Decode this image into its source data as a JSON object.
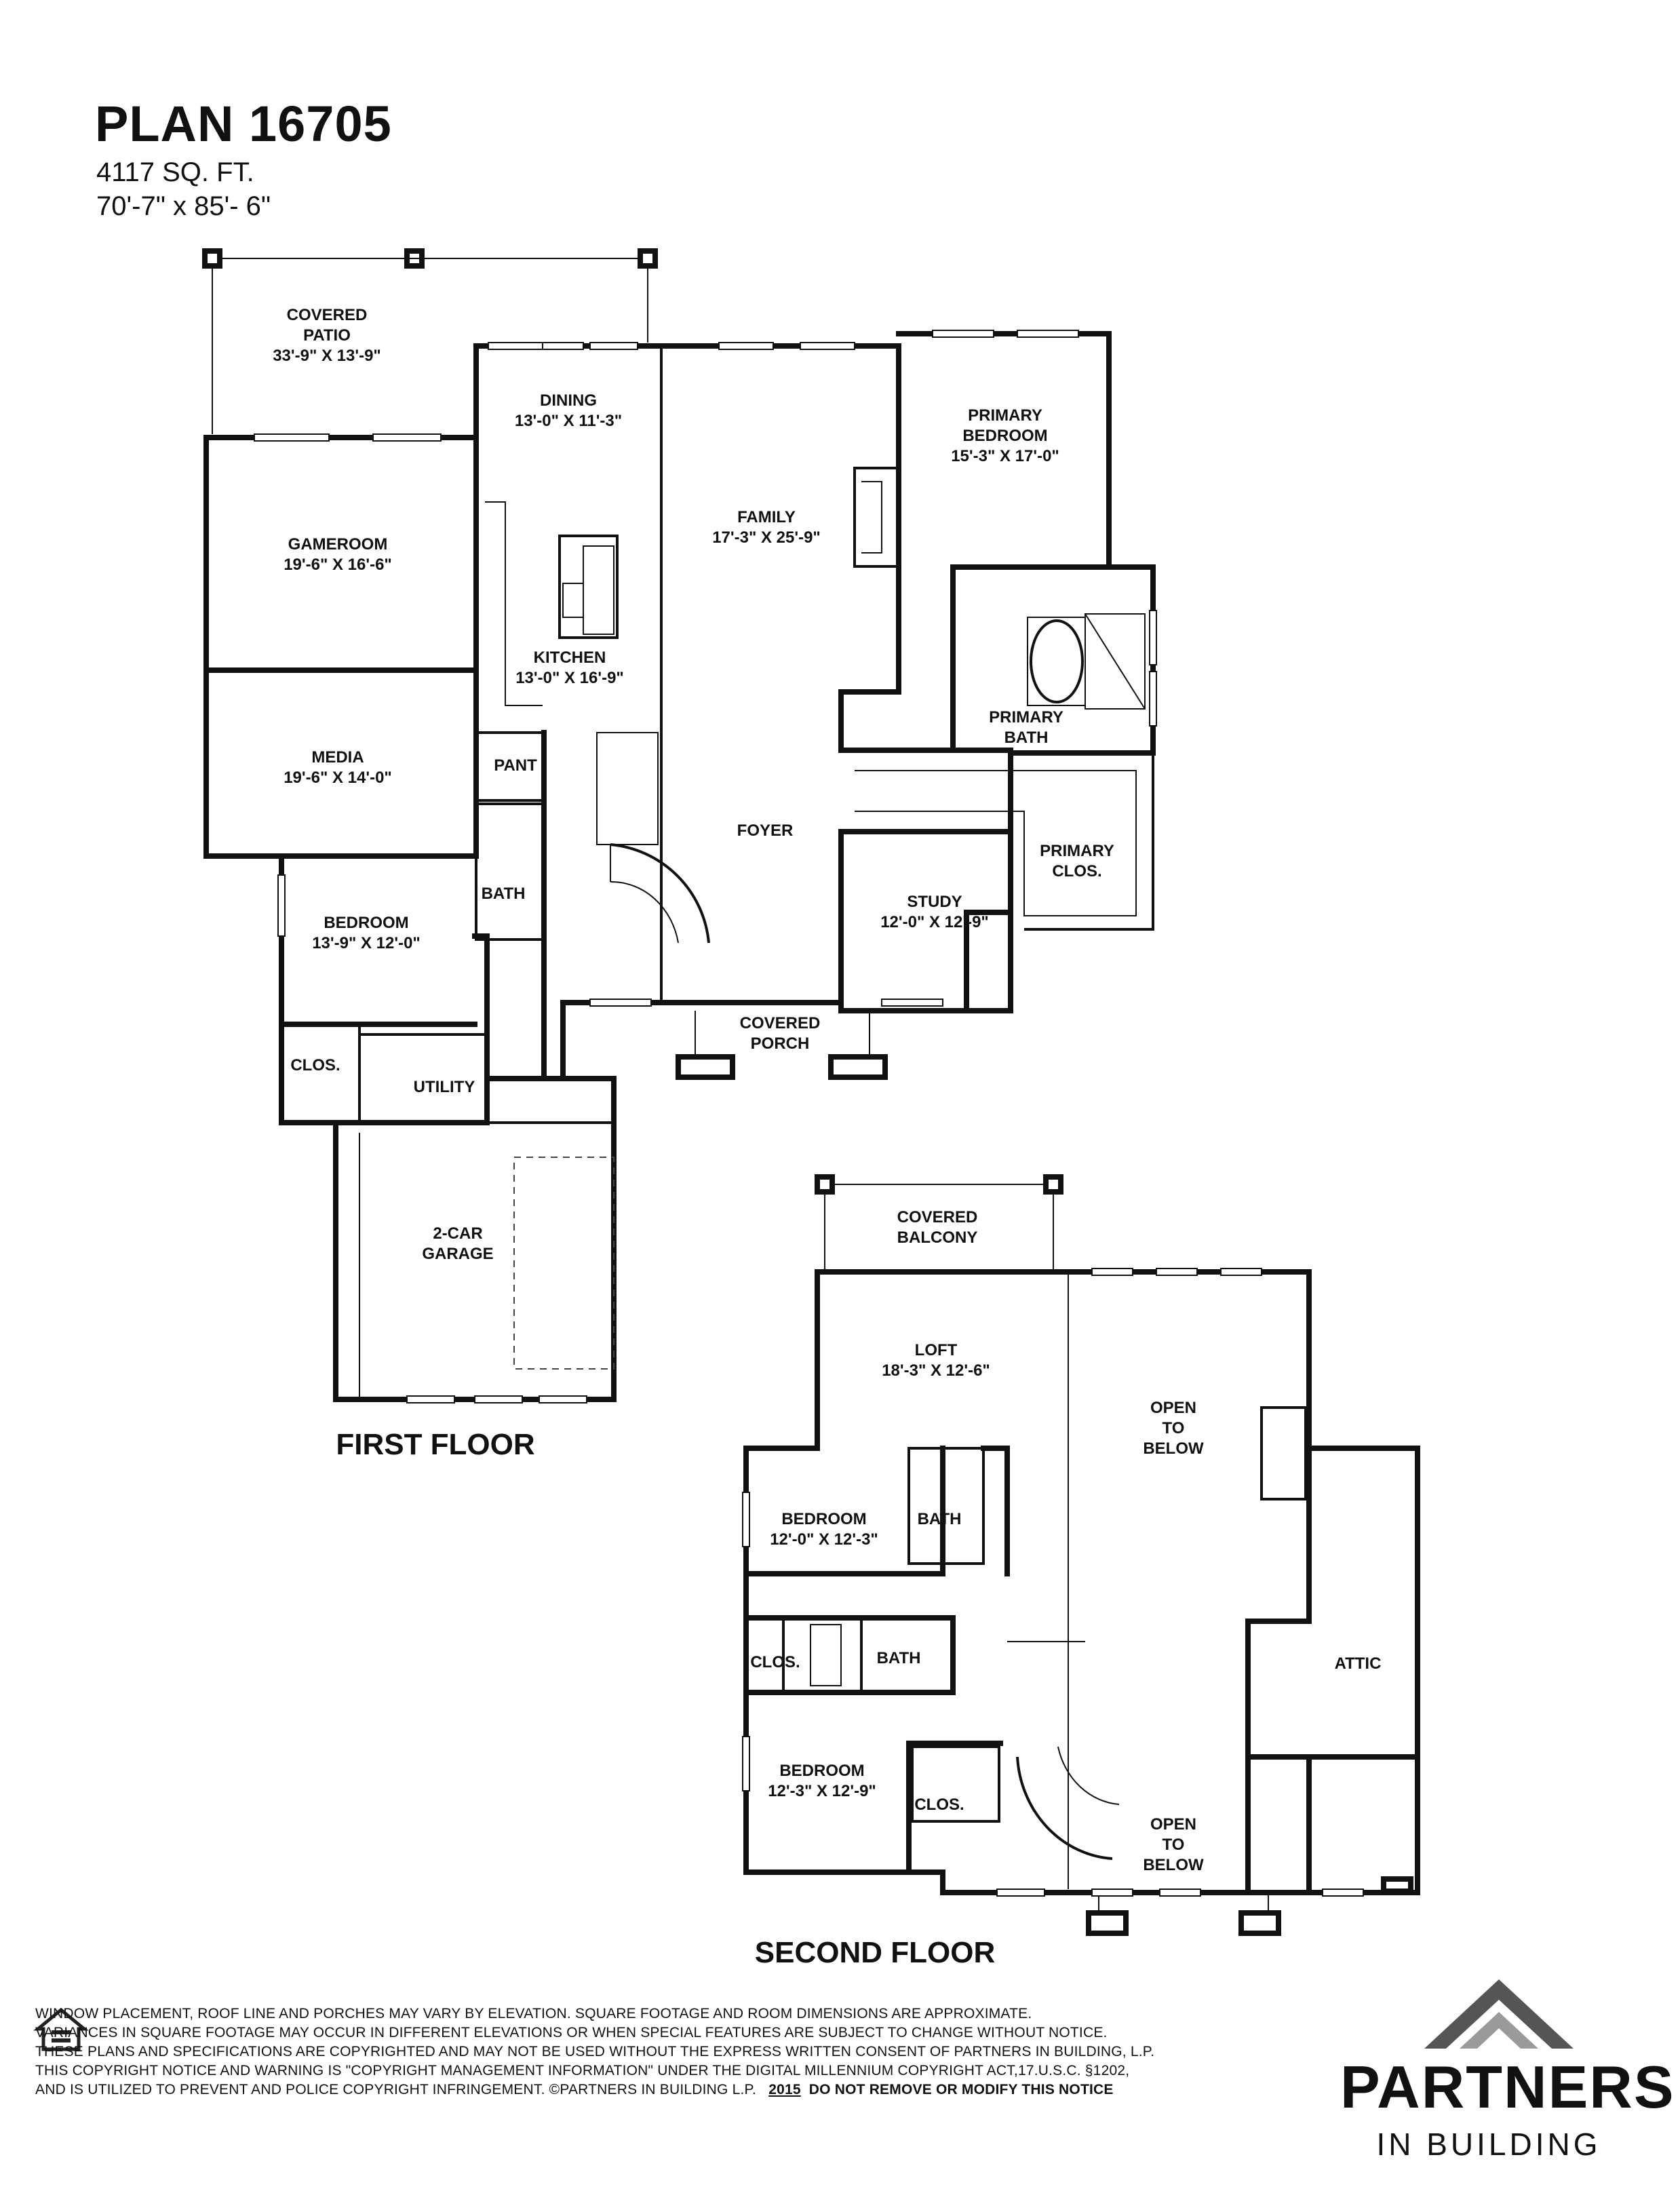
{
  "header": {
    "title": "PLAN 16705",
    "sqft": "4117 SQ. FT.",
    "dimensions": "70'-7\" x 85'- 6\""
  },
  "first_floor": {
    "label": "FIRST FLOOR",
    "rooms": {
      "covered_patio": [
        "COVERED",
        "PATIO",
        "33'-9\" X 13'-9\""
      ],
      "dining": [
        "DINING",
        "13'-0\" X 11'-3\""
      ],
      "family": [
        "FAMILY",
        "17'-3\" X 25'-9\""
      ],
      "primary_bedroom": [
        "PRIMARY",
        "BEDROOM",
        "15'-3\" X 17'-0\""
      ],
      "gameroom": [
        "GAMEROOM",
        "19'-6\" X 16'-6\""
      ],
      "kitchen": [
        "KITCHEN",
        "13'-0\" X 16'-9\""
      ],
      "primary_bath": [
        "PRIMARY",
        "BATH"
      ],
      "media": [
        "MEDIA",
        "19'-6\" X 14'-0\""
      ],
      "pant": [
        "PANT"
      ],
      "foyer": [
        "FOYER"
      ],
      "primary_clos": [
        "PRIMARY",
        "CLOS."
      ],
      "bath": [
        "BATH"
      ],
      "study": [
        "STUDY",
        "12'-0\" X 12'-9\""
      ],
      "bedroom": [
        "BEDROOM",
        "13'-9\" X 12'-0\""
      ],
      "covered_porch": [
        "COVERED",
        "PORCH"
      ],
      "clos": [
        "CLOS."
      ],
      "utility": [
        "UTILITY"
      ],
      "garage": [
        "2-CAR",
        "GARAGE"
      ]
    }
  },
  "second_floor": {
    "label": "SECOND FLOOR",
    "rooms": {
      "covered_balcony": [
        "COVERED",
        "BALCONY"
      ],
      "loft": [
        "LOFT",
        "18'-3\" X 12'-6\""
      ],
      "open_to_below_1": [
        "OPEN",
        "TO",
        "BELOW"
      ],
      "bedroom_1": [
        "BEDROOM",
        "12'-0\" X 12'-3\""
      ],
      "bath_1": [
        "BATH"
      ],
      "clos_1": [
        "CLOS."
      ],
      "bath_2": [
        "BATH"
      ],
      "attic": [
        "ATTIC"
      ],
      "bedroom_2": [
        "BEDROOM",
        "12'-3\" X 12'-9\""
      ],
      "clos_2": [
        "CLOS."
      ],
      "open_to_below_2": [
        "OPEN",
        "TO",
        "BELOW"
      ]
    }
  },
  "disclaimer": [
    "WINDOW PLACEMENT, ROOF LINE AND PORCHES MAY VARY BY ELEVATION.  SQUARE FOOTAGE AND ROOM DIMENSIONS ARE APPROXIMATE.",
    "VARIANCES IN SQUARE FOOTAGE MAY OCCUR IN DIFFERENT ELEVATIONS OR  WHEN SPECIAL FEATURES ARE SUBJECT TO CHANGE WITHOUT NOTICE.",
    "THESE PLANS AND SPECIFICATIONS ARE COPYRIGHTED AND MAY NOT BE USED WITHOUT THE EXPRESS WRITTEN CONSENT OF PARTNERS IN BUILDING, L.P.",
    "THIS COPYRIGHT NOTICE AND WARNING IS \"COPYRIGHT MANAGEMENT INFORMATION\" UNDER THE DIGITAL MILLENNIUM COPYRIGHT ACT,17.U.S.C.       §1202,",
    "AND IS UTILIZED TO PREVENT AND POLICE COPYRIGHT INFRINGEMENT.  ©PARTNERS IN BUILDING L.P."
  ],
  "disclaimer_year": "2015",
  "disclaimer_notice": "DO NOT REMOVE OR MODIFY THIS NOTICE",
  "logo": {
    "name": "PARTNERS",
    "sub": "IN BUILDING",
    "colors": {
      "dark": "#555555",
      "light": "#9a9a9a"
    }
  },
  "eho_icon": "equal-housing-opportunity-icon"
}
